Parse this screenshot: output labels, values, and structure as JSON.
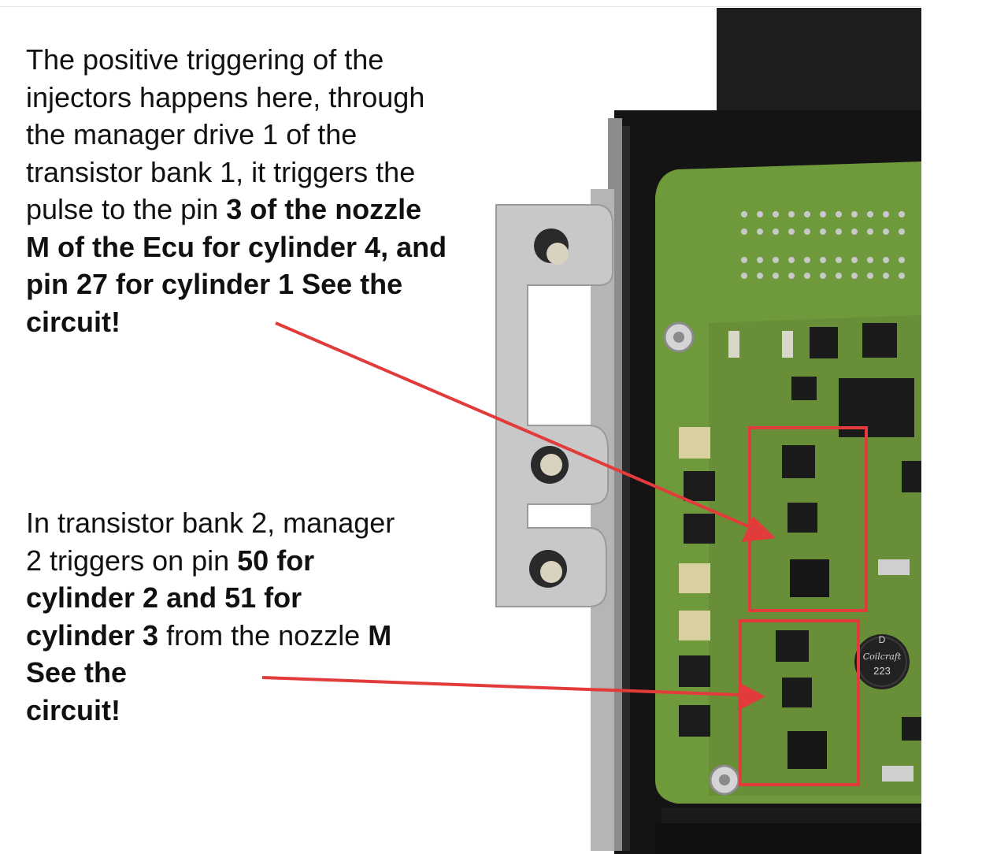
{
  "annotation_1": {
    "line1": "The positive triggering of the",
    "line2": "injectors happens here, through",
    "line3": "the manager drive 1 of the",
    "line4": "transistor bank 1, it triggers the",
    "line5_plain": "pulse to the pin ",
    "line5_bold": "3 of the nozzle",
    "line6_bold": "M of the Ecu for cylinder 4, and",
    "line7_bold": "pin 27 for cylinder 1 See the",
    "line8_bold": "circuit!"
  },
  "annotation_2": {
    "line1": "In transistor bank 2, manager",
    "line2_plain": "2 triggers on pin ",
    "line2_bold": "50 for",
    "line3_bold": "cylinder 2 and 51 for",
    "line4_bold": "cylinder 3",
    "line4_plain": " from the nozzle ",
    "line4_bold_end": "M",
    "line5_bold": "See the",
    "line6_bold": "circuit!"
  },
  "coil_marking": {
    "letter": "D",
    "script": "Coilcraft",
    "number": "223"
  },
  "colors": {
    "pcb": "#6f9a3c",
    "pcb_dark": "#4e7a28",
    "housing": "#151515",
    "bracket": "#c9c9c9",
    "highlight": "#e23b3b",
    "text": "#111111"
  }
}
